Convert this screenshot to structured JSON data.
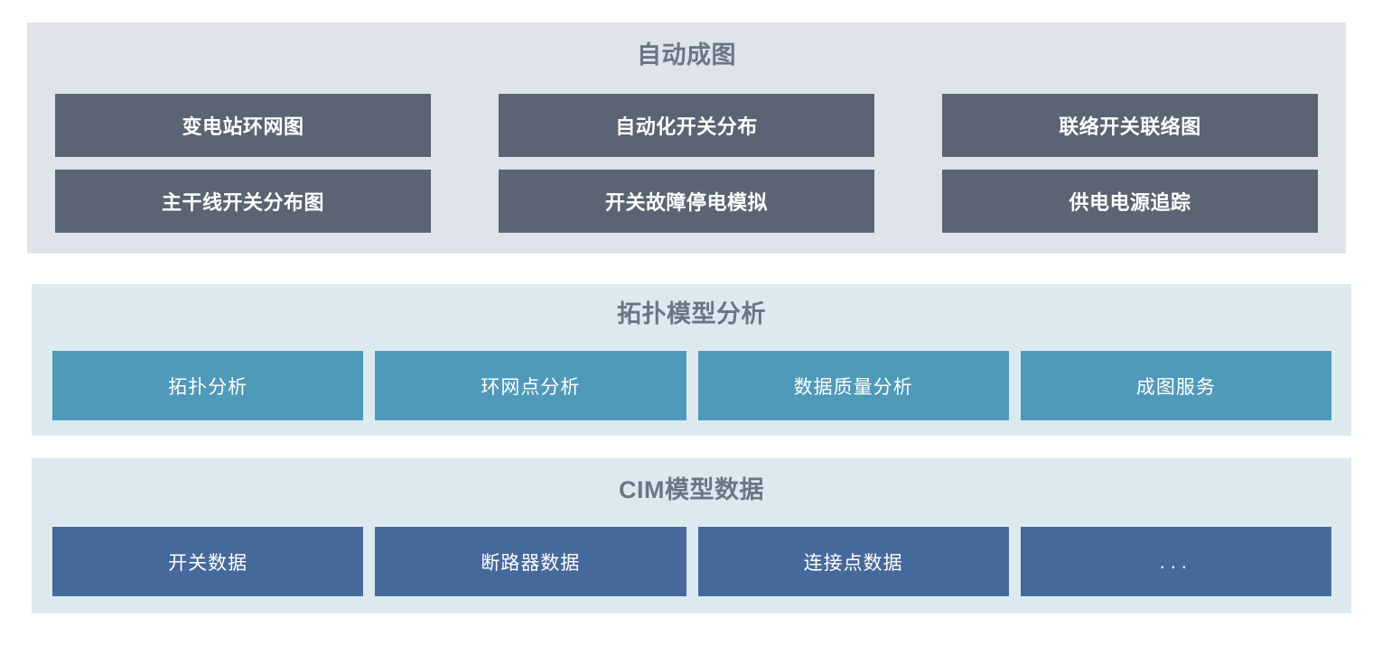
{
  "panels": [
    {
      "id": "auto-mapping",
      "title": "自动成图",
      "background": "#dfe3ea",
      "button_color": "#5a6472",
      "buttons": [
        {
          "label": "变电站环网图"
        },
        {
          "label": "自动化开关分布"
        },
        {
          "label": "联络开关联络图"
        },
        {
          "label": "主干线开关分布图"
        },
        {
          "label": "开关故障停电模拟"
        },
        {
          "label": "供电电源追踪"
        }
      ]
    },
    {
      "id": "topology",
      "title": "拓扑模型分析",
      "background": "#dceaf0",
      "button_color": "#4e9ab8",
      "buttons": [
        {
          "label": "拓扑分析"
        },
        {
          "label": "环网点分析"
        },
        {
          "label": "数据质量分析"
        },
        {
          "label": "成图服务"
        }
      ]
    },
    {
      "id": "cim",
      "title": "CIM模型数据",
      "background": "#dceaf0",
      "button_color": "#46699b",
      "buttons": [
        {
          "label": "开关数据"
        },
        {
          "label": "断路器数据"
        },
        {
          "label": "连接点数据"
        },
        {
          "label": "..."
        }
      ]
    }
  ],
  "title_color": "#6b7685"
}
